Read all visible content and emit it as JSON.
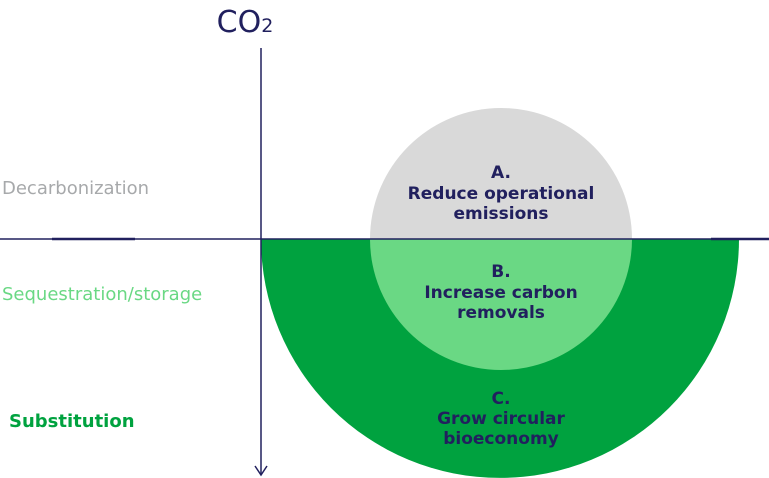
{
  "axis": {
    "label": "CO",
    "subscript": "2"
  },
  "categories": {
    "decarbonization": "Decarbonization",
    "sequestration": "Sequestration/storage",
    "substitution": "Substitution"
  },
  "circles": {
    "a": {
      "letter": "A.",
      "line1": "Reduce operational",
      "line2": "emissions"
    },
    "b": {
      "letter": "B.",
      "line1": "Increase carbon",
      "line2": "removals"
    },
    "c": {
      "letter": "C.",
      "line1": "Grow circular",
      "line2": "bioeconomy"
    }
  },
  "colors": {
    "navy": "#21205e",
    "grey": "#d9d9d9",
    "light_green": "#6ad884",
    "dark_green": "#00a23f",
    "label_grey": "#a7a9ab"
  }
}
